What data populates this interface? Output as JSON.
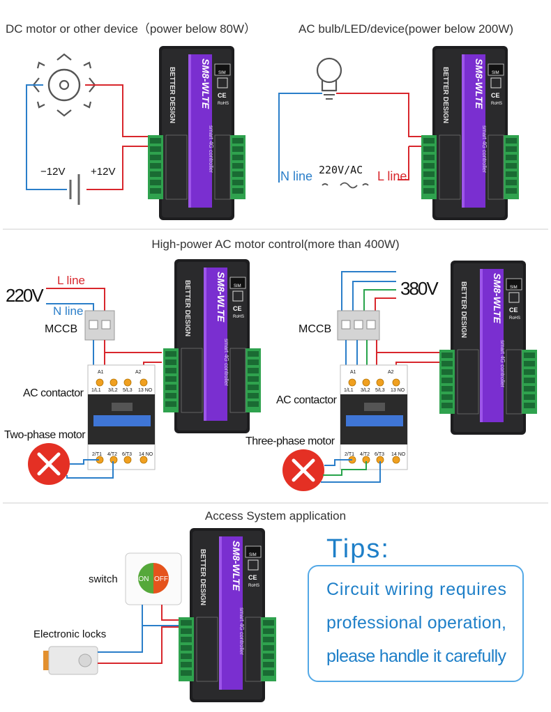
{
  "headers": {
    "dc_motor": "DC motor or other device（power below 80W）",
    "ac_bulb": "AC  bulb/LED/device(power below 200W)",
    "high_power": "High-power AC motor control(more than 400W)",
    "access": "Access System application"
  },
  "controller": {
    "model": "SM8-WLTE",
    "brand": "BETTER DESIGN",
    "subtitle": "smart 4G controller",
    "sim": "SIM",
    "ce": "CE",
    "rohs": "RoHS"
  },
  "dc_panel": {
    "neg": "−12V",
    "pos": "+12V"
  },
  "ac_panel": {
    "n_line": "N line",
    "voltage": "220V/AC",
    "l_line": "L line"
  },
  "two_phase_panel": {
    "voltage": "220V",
    "l_line": "L line",
    "n_line": "N line",
    "mccb": "MCCB",
    "contactor": "AC contactor",
    "motor": "Two-phase motor",
    "terminals_top": [
      "A1",
      "1/L1",
      "3/L2",
      "5/L3",
      "13 NO",
      "A2"
    ],
    "terminals_bottom": [
      "2/T1",
      "4/T2",
      "6/T3",
      "14 NO"
    ]
  },
  "three_phase_panel": {
    "voltage": "380V",
    "mccb": "MCCB",
    "contactor": "AC contactor",
    "motor": "Three-phase motor",
    "terminals_top": [
      "A1",
      "1/L1",
      "3/L2",
      "5/L3",
      "13 NO",
      "A2"
    ],
    "terminals_bottom": [
      "2/T1",
      "4/T2",
      "6/T3",
      "14 NO"
    ]
  },
  "access_panel": {
    "switch_label": "switch",
    "on": "ON",
    "off": "OFF",
    "lock_label": "Electronic locks"
  },
  "tips": {
    "title": "Tips:",
    "line1": "Circuit  wiring  requires",
    "line2": "professional  operation,",
    "line3": "please handle it carefully"
  },
  "colors": {
    "wire_red": "#d8262c",
    "wire_blue": "#2a7ec9",
    "wire_green": "#27a34a",
    "controller_purple": "#7a2fd0",
    "tips_blue": "#1e7fc8"
  }
}
